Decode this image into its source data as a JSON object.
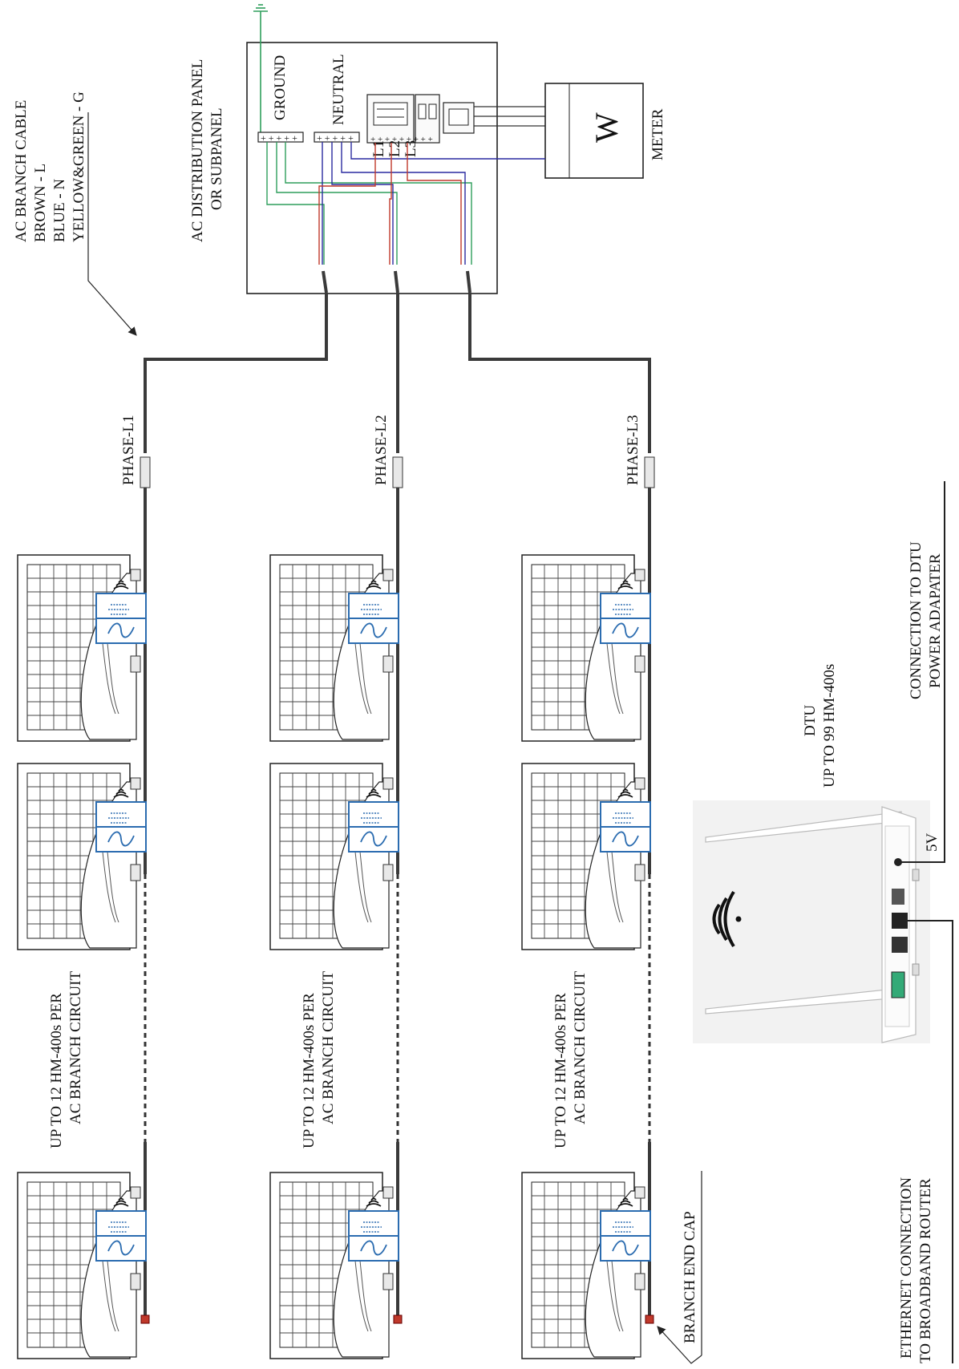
{
  "labels": {
    "ac_branch_cable": [
      "AC BRANCH CABLE",
      "BROWN - L",
      "BLUE - N",
      "YELLOW&GREEN - G"
    ],
    "panel": [
      "AC DISTRIBUTION PANEL",
      "OR SUBPANEL"
    ],
    "ground": "GROUND",
    "neutral": "NEUTRAL",
    "l1": "L1",
    "l2": "L2",
    "l3": "L3",
    "meter_symbol": "W",
    "meter": "METER",
    "phase_l1": "PHASE-L1",
    "phase_l2": "PHASE-L2",
    "phase_l3": "PHASE-L3",
    "branch_limit": [
      "UP TO 12 HM-400s PER",
      "AC BRANCH CIRCUIT"
    ],
    "dtu": [
      "DTU",
      "UP TO 99 HM-400s"
    ],
    "dtu_power": [
      "CONNECTION TO DTU",
      "POWER ADAPATER"
    ],
    "dtu_voltage": "5V",
    "ethernet": [
      "ETHERNET CONNECTION",
      "TO BROADBAND ROUTER"
    ],
    "branch_end_cap": "BRANCH END CAP"
  },
  "colors": {
    "line": "#3a3a3a",
    "brown_l": "#c0392b",
    "blue_n": "#2a2aa0",
    "green_g": "#2e9e5b",
    "inverter_blue": "#2b6cb0",
    "panel_gray": "#f2f2f2"
  },
  "icons": [
    "wifi-icon",
    "sine-wave-icon",
    "ground-symbol-icon",
    "router-antenna-icon"
  ]
}
